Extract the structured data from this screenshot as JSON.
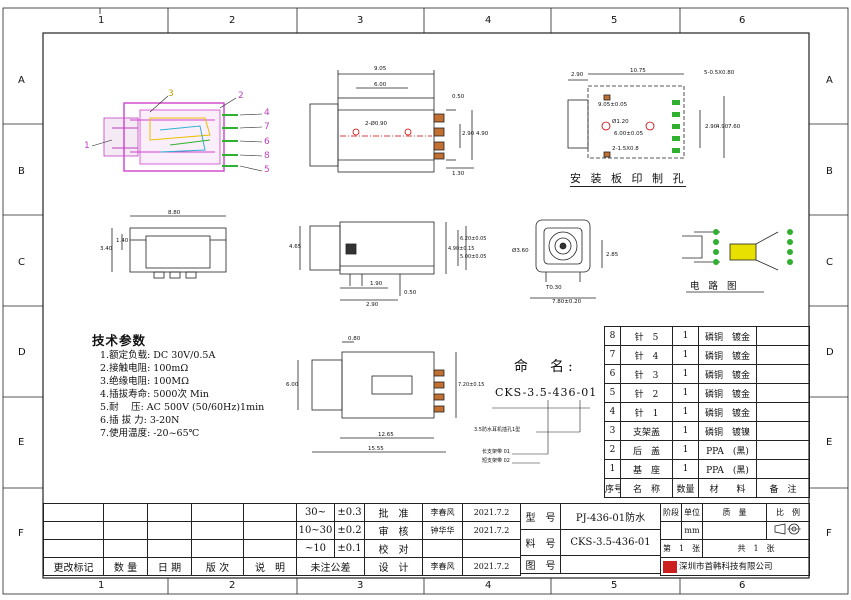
{
  "grid": {
    "cols": [
      "1",
      "2",
      "3",
      "4",
      "5",
      "6"
    ],
    "rows": [
      "A",
      "B",
      "C",
      "D",
      "E",
      "F"
    ]
  },
  "specs": {
    "heading": "技术参数",
    "items": [
      "1.额定负载: DC 30V/0.5A",
      "2.接触电阻: 100mΩ",
      "3.绝缘电阻: 100MΩ",
      "4.插拔寿命: 5000次 Min",
      "5.耐　 压: AC 500V (50/60Hz)1min",
      "6.插 拔 力: 3-20N",
      "7.使用温度: -20~65℃"
    ]
  },
  "naming": {
    "label": "命　名:",
    "code": "CKS-3.5-436-01",
    "note_a": "3.5防水耳机插孔1型",
    "note_b": "长支架带 01",
    "note_c": "短支架带 02"
  },
  "pcb_title": "安 装 板 印 制 孔",
  "circuit_title": "电 路 图",
  "dims": {
    "top_w": "9.05",
    "top_inner": "6.00",
    "top_hole": "2-Ø0.90",
    "top_side": "0.50",
    "top_h1": "2.90",
    "top_h2": "4.90",
    "top_bot": "1.30",
    "side_w": "8.80",
    "side_h1": "3.40",
    "side_h2": "1.40",
    "front_h": "4.65",
    "front_d1": "1.90",
    "front_d2": "2.90",
    "front_d3": "0.50",
    "front_r1": "4.90±0.15",
    "front_r2": "6.20±0.05",
    "front_r3": "5.00±0.05",
    "round_d": "Ø3.60",
    "round_b1": "T0.30",
    "round_b2": "7.80±0.20",
    "round_r": "2.85",
    "pcb_a": "2.90",
    "pcb_b": "10.75",
    "pcb_c": "5-0.5X0.80",
    "pcb_d": "9.05±0.05",
    "pcb_e": "Ø1.20",
    "pcb_f": "6.00±0.05",
    "pcb_g": "2-1.5X0.8",
    "pcb_h": "2.90",
    "pcb_i": "4.90",
    "pcb_j": "7.60",
    "bot_top": "0.80",
    "bot_h": "6.00",
    "bot_r": "7.20±0.15",
    "bot_w1": "12.65",
    "bot_w2": "15.55"
  },
  "callouts": [
    "1",
    "2",
    "3",
    "4",
    "5",
    "6",
    "7",
    "8"
  ],
  "bom": {
    "header": [
      "序号",
      "名　称",
      "数量",
      "材　　料",
      "备　注"
    ],
    "rows": [
      [
        "8",
        "针　5",
        "1",
        "磷铜　镀金",
        ""
      ],
      [
        "7",
        "针　4",
        "1",
        "磷铜　镀金",
        ""
      ],
      [
        "6",
        "针　3",
        "1",
        "磷铜　镀金",
        ""
      ],
      [
        "5",
        "针　2",
        "1",
        "磷铜　镀金",
        ""
      ],
      [
        "4",
        "针　1",
        "1",
        "磷铜　镀金",
        ""
      ],
      [
        "3",
        "支架盖",
        "1",
        "磷铜　镀镍",
        ""
      ],
      [
        "2",
        "后　盖",
        "1",
        "PPA　(黑)",
        ""
      ],
      [
        "1",
        "基　座",
        "1",
        "PPA　(黑)",
        ""
      ]
    ]
  },
  "title_block": {
    "tol": [
      [
        "30~",
        "±0.3"
      ],
      [
        "10~30",
        "±0.2"
      ],
      [
        "~10",
        "±0.1"
      ]
    ],
    "unmarked": "未注公差",
    "roles": [
      "批　准",
      "审　核",
      "校　对",
      "设　计"
    ],
    "names": [
      "李春风",
      "钟华华",
      "",
      "李春风"
    ],
    "dates": [
      "2021.7.2",
      "2021.7.2",
      "",
      "2021.7.2"
    ],
    "model_label": "型　号",
    "model_value": "PJ-436-01防水",
    "part_label": "料　号",
    "part_value": "CKS-3.5-436-01",
    "drawing_label": "图　号",
    "stage": "阶段",
    "unit": "单位",
    "mass": "质　量",
    "scale": "比　例",
    "unit_value": "mm",
    "sheet": "第　1　张",
    "total": "共　1　张",
    "company": "深圳市首韩科技有限公司",
    "change_row": [
      "更改标记",
      "数 量",
      "日 期",
      "版 次",
      "说　明"
    ]
  },
  "colors": {
    "line": "#222222",
    "magenta": "#d040d0",
    "green": "#30b030",
    "cyan": "#20a0c0",
    "yellow": "#e8e000",
    "red": "#cc0000",
    "orange": "#e07000"
  }
}
